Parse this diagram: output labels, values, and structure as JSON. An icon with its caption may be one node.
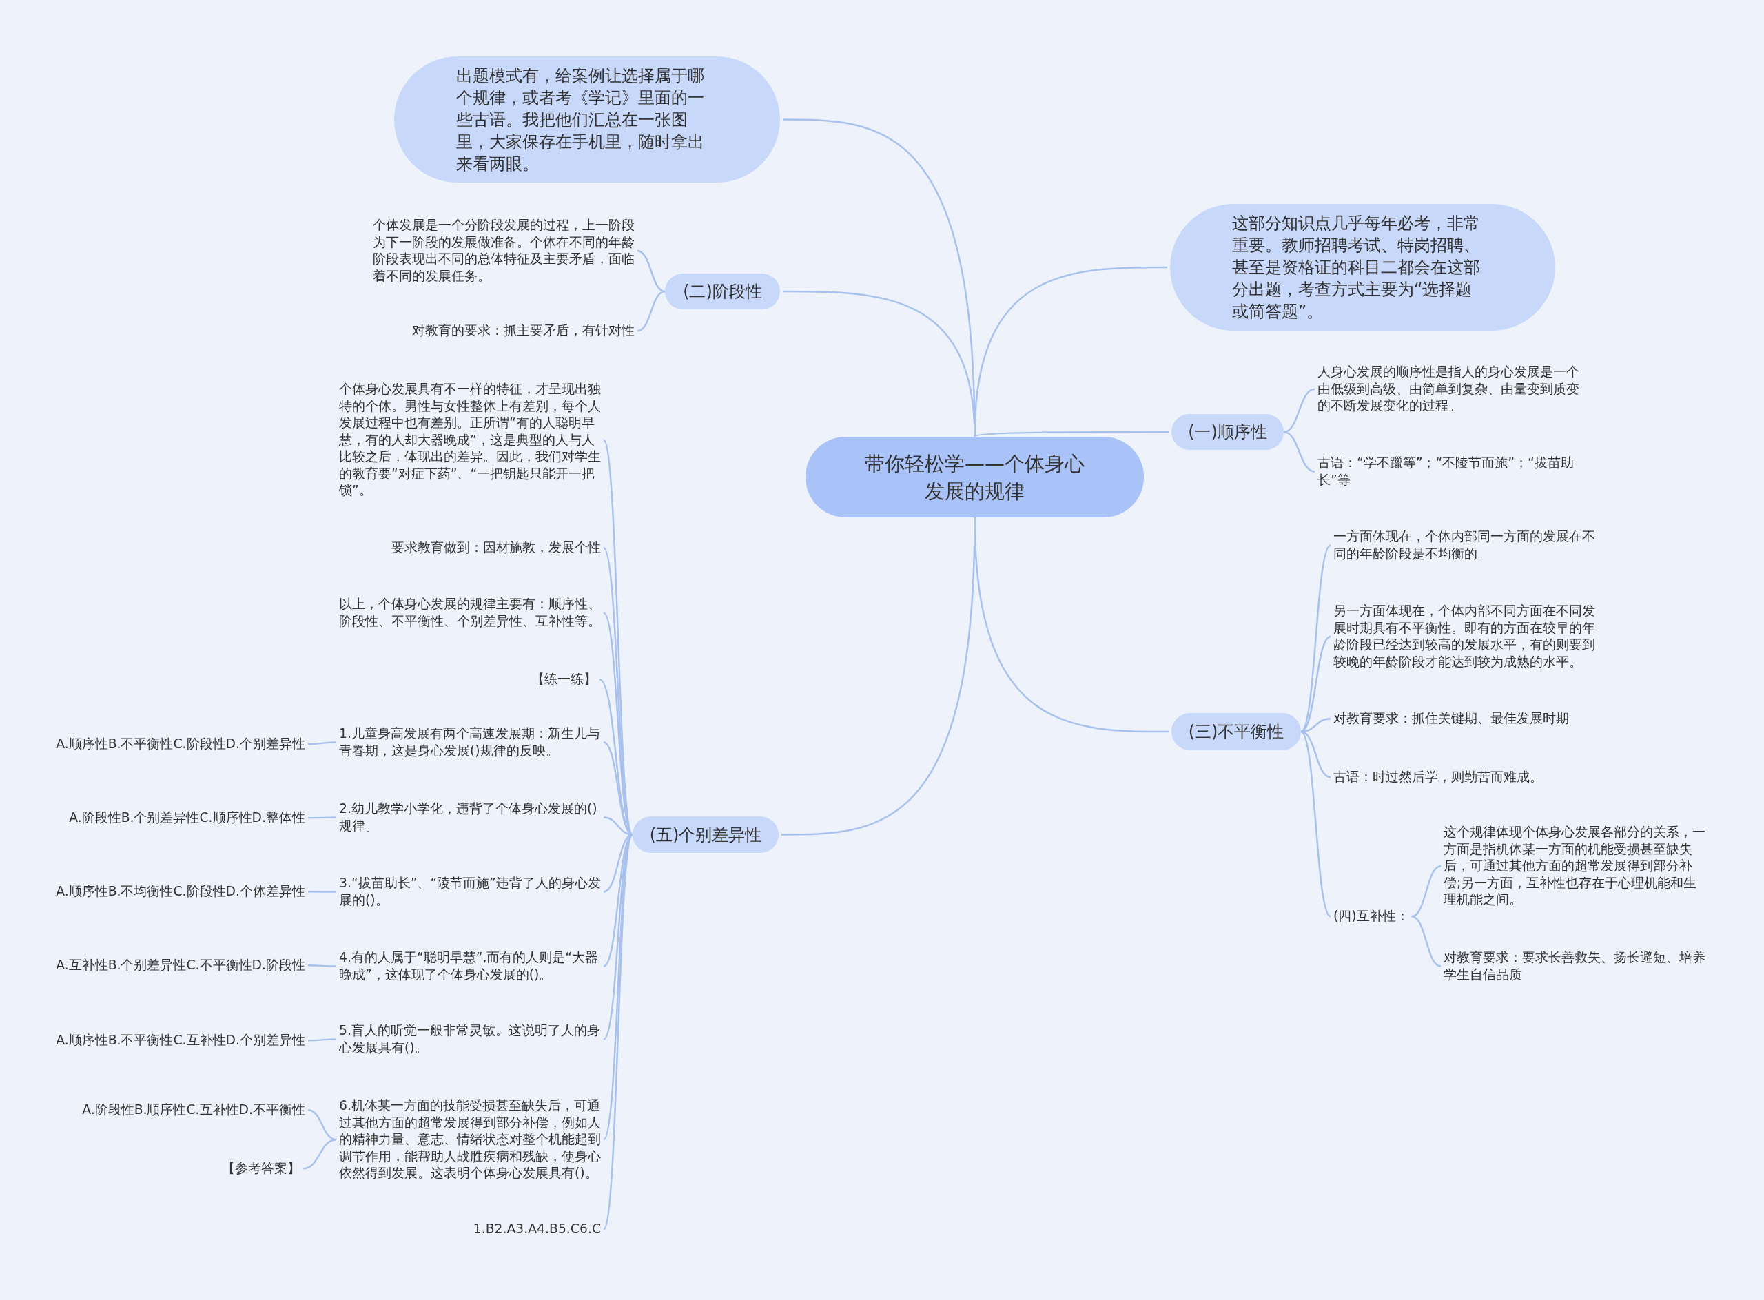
{
  "diagram": {
    "nodes": [
      {
        "text": [
          "带你轻松学——个体身心发展的规律"
        ]
      },
      {
        "text": [
          "出题模式有，给案例让选择属于哪个规律，或者考《学记》里面的一些古语。我把他们汇总在一张图里，大家保存在手机里，随时拿出来看两眼。"
        ]
      },
      {
        "text": [
          "这部分知识点几乎每年必考，非常重要。教师招聘考试、特岗招聘、甚至是资格证的科目二都会在这部分出题，考查方式主要为“选择题或简答题”。"
        ]
      },
      {
        "text": [
          "(二)阶段性"
        ]
      },
      {
        "text": [
          "个体发展是一个分阶段发展的过程，上一阶段为下一阶段的发展做准备。个体在不同的年龄阶段表现出不同的总体特征及主要矛盾，面临着不同的发展任务。"
        ]
      },
      {
        "text": [
          "对教育的要求：抓主要矛盾，有针对性"
        ]
      },
      {
        "text": [
          "(一)顺序性"
        ]
      },
      {
        "text": [
          "人身心发展的顺序性是指人的身心发展是一个由低级到高级、由简单到复杂、由量变到质变的不断发展变化的过程。"
        ]
      },
      {
        "text": [
          "古语：“学不躐等”；“不陵节而施”；“拔苗助长”等"
        ]
      },
      {
        "text": [
          "(三)不平衡性"
        ]
      },
      {
        "text": [
          "一方面体现在，个体内部同一方面的发展在不同的年龄阶段是不均衡的。"
        ]
      },
      {
        "text": [
          "另一方面体现在，个体内部不同方面在不同发展时期具有不平衡性。即有的方面在较早的年龄阶段已经达到较高的发展水平，有的则要到较晚的年龄阶段才能达到较为成熟的水平。"
        ]
      },
      {
        "text": [
          "对教育要求：抓住关键期、最佳发展时期"
        ]
      },
      {
        "text": [
          "古语：时过然后学，则勤苦而难成。"
        ]
      },
      {
        "text": [
          "(四)互补性："
        ]
      },
      {
        "text": [
          "这个规律体现个体身心发展各部分的关系，一方面是指机体某一方面的机能受损甚至缺失后，可通过其他方面的超常发展得到部分补偿;另一方面，互补性也存在于心理机能和生理机能之间。"
        ]
      },
      {
        "text": [
          "对教育要求：要求长善救失、扬长避短、培养学生自信品质"
        ]
      },
      {
        "text": [
          "(五)个别差异性"
        ]
      },
      {
        "text": [
          "个体身心发展具有不一样的特征，才呈现出独特的个体。男性与女性整体上有差别，每个人发展过程中也有差别。正所谓“有的人聪明早慧，有的人却大器晚成”，这是典型的人与人比较之后，体现出的差异。因此，我们对学生的教育要“对症下药”、“一把钥匙只能开一把锁”。"
        ]
      },
      {
        "text": [
          "要求教育做到：因材施教，发展个性"
        ]
      },
      {
        "text": [
          "以上，个体身心发展的规律主要有：顺序性、阶段性、不平衡性、个别差异性、互补性等。"
        ]
      },
      {
        "text": [
          "【练一练】"
        ]
      },
      {
        "text": [
          "1.儿童身高发展有两个高速发展期：新生儿与青春期，这是身心发展()规律的反映。"
        ]
      },
      {
        "text": [
          "A.顺序性B.不平衡性C.阶段性D.个别差异性"
        ]
      },
      {
        "text": [
          "2.幼儿教学小学化，违背了个体身心发展的()规律。"
        ]
      },
      {
        "text": [
          "A.阶段性B.个别差异性C.顺序性D.整体性"
        ]
      },
      {
        "text": [
          "3.“拔苗助长”、“陵节而施”违背了人的身心发展的()。"
        ]
      },
      {
        "text": [
          "A.顺序性B.不均衡性C.阶段性D.个体差异性"
        ]
      },
      {
        "text": [
          "4.有的人属于“聪明早慧”,而有的人则是“大器晚成”，这体现了个体身心发展的()。"
        ]
      },
      {
        "text": [
          "A.互补性B.个别差异性C.不平衡性D.阶段性"
        ]
      },
      {
        "text": [
          "5.盲人的听觉一般非常灵敏。这说明了人的身心发展具有()。"
        ]
      },
      {
        "text": [
          "A.顺序性B.不平衡性C.互补性D.个别差异性"
        ]
      },
      {
        "text": [
          "6.机体某一方面的技能受损甚至缺失后，可通过其他方面的超常发展得到部分补偿，例如人的精神力量、意志、情绪状态对整个机能起到调节作用，能帮助人战胜疾病和残缺，使身心依然得到发展。这表明个体身心发展具有()。"
        ]
      },
      {
        "text": [
          "A.阶段性B.顺序性C.互补性D.不平衡性"
        ]
      },
      {
        "text": [
          "【参考答案】"
        ]
      },
      {
        "text": [
          "1.B2.A3.A4.B5.C6.C"
        ]
      }
    ],
    "edges": [
      {
        "from": 0,
        "to": 1,
        "arrow": "none"
      },
      {
        "from": 0,
        "to": 2,
        "arrow": "none"
      },
      {
        "from": 0,
        "to": 3,
        "arrow": "none"
      },
      {
        "from": 3,
        "to": 4,
        "arrow": "none"
      },
      {
        "from": 3,
        "to": 5,
        "arrow": "none"
      },
      {
        "from": 0,
        "to": 6,
        "arrow": "none"
      },
      {
        "from": 6,
        "to": 7,
        "arrow": "none"
      },
      {
        "from": 6,
        "to": 8,
        "arrow": "none"
      },
      {
        "from": 0,
        "to": 9,
        "arrow": "none"
      },
      {
        "from": 9,
        "to": 10,
        "arrow": "none"
      },
      {
        "from": 9,
        "to": 11,
        "arrow": "none"
      },
      {
        "from": 9,
        "to": 12,
        "arrow": "none"
      },
      {
        "from": 9,
        "to": 13,
        "arrow": "none"
      },
      {
        "from": 9,
        "to": 14,
        "arrow": "none"
      },
      {
        "from": 14,
        "to": 15,
        "arrow": "none"
      },
      {
        "from": 14,
        "to": 16,
        "arrow": "none"
      },
      {
        "from": 0,
        "to": 17,
        "arrow": "none"
      },
      {
        "from": 17,
        "to": 18,
        "arrow": "none"
      },
      {
        "from": 17,
        "to": 19,
        "arrow": "none"
      },
      {
        "from": 17,
        "to": 20,
        "arrow": "none"
      },
      {
        "from": 17,
        "to": 21,
        "arrow": "none"
      },
      {
        "from": 17,
        "to": 22,
        "arrow": "none"
      },
      {
        "from": 22,
        "to": 23,
        "arrow": "none"
      },
      {
        "from": 17,
        "to": 24,
        "arrow": "none"
      },
      {
        "from": 24,
        "to": 25,
        "arrow": "none"
      },
      {
        "from": 17,
        "to": 26,
        "arrow": "none"
      },
      {
        "from": 26,
        "to": 27,
        "arrow": "none"
      },
      {
        "from": 17,
        "to": 28,
        "arrow": "none"
      },
      {
        "from": 28,
        "to": 29,
        "arrow": "none"
      },
      {
        "from": 17,
        "to": 30,
        "arrow": "none"
      },
      {
        "from": 30,
        "to": 31,
        "arrow": "none"
      },
      {
        "from": 17,
        "to": 32,
        "arrow": "none"
      },
      {
        "from": 32,
        "to": 33,
        "arrow": "none"
      },
      {
        "from": 32,
        "to": 34,
        "arrow": "none"
      },
      {
        "from": 17,
        "to": 35,
        "arrow": "none"
      }
    ]
  }
}
